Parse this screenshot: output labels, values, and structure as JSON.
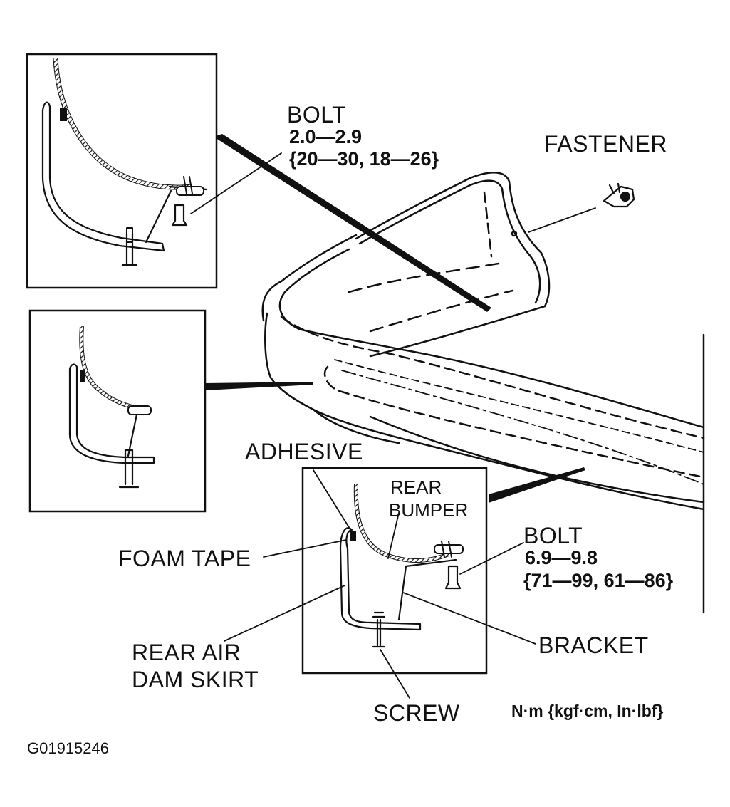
{
  "labels": {
    "bolt_top": "BOLT",
    "bolt_top_torque": "2.0—2.9",
    "bolt_top_torque_alt": "{20—30, 18—26}",
    "fastener": "FASTENER",
    "adhesive": "ADHESIVE",
    "rear_bumper_1": "REAR",
    "rear_bumper_2": "BUMPER",
    "foam_tape": "FOAM TAPE",
    "bolt_bottom": "BOLT",
    "bolt_bottom_torque": "6.9—9.8",
    "bolt_bottom_torque_alt": "{71—99, 61—86}",
    "rear_air_dam_skirt_1": "REAR AIR",
    "rear_air_dam_skirt_2": "DAM SKIRT",
    "bracket": "BRACKET",
    "screw": "SCREW",
    "units": "N·m {kgf·cm, In·lbf}",
    "figure_id": "G01915246"
  },
  "colors": {
    "ink": "#111111",
    "background": "#ffffff"
  }
}
